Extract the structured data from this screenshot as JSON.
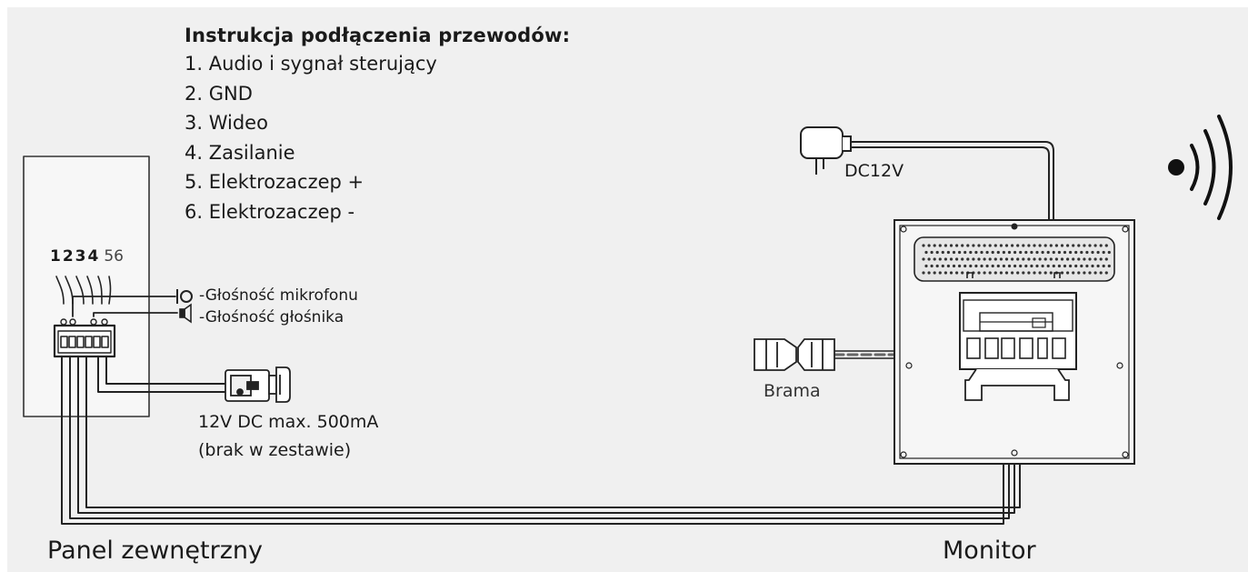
{
  "instructions": {
    "title": "Instrukcja podłączenia przewodów:",
    "items": [
      "1. Audio i sygnał sterujący",
      "2. GND",
      "3. Wideo",
      "4. Zasilanie",
      "5. Elektrozaczep +",
      "6. Elektrozaczep -"
    ]
  },
  "panel": {
    "label": "Panel zewnętrzny",
    "terminals_bold": "1234",
    "terminals_light": "56",
    "mic_label": "-Głośność mikrofonu",
    "speaker_label": "-Głośność głośnika"
  },
  "lock": {
    "spec": "12V DC max. 500mA",
    "note": "(brak w zestawie)"
  },
  "power": {
    "label": "DC12V"
  },
  "gate": {
    "label": "Brama"
  },
  "monitor": {
    "label": "Monitor"
  },
  "icons": [
    "adapter-icon",
    "gate-icon",
    "electric-lock-icon",
    "microphone-icon",
    "speaker-icon",
    "wireless-icon"
  ]
}
